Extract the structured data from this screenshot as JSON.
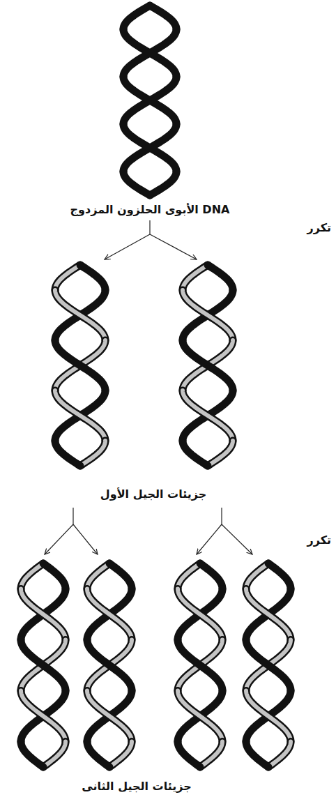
{
  "diagram": {
    "labels": [
      "DNA الأبوى الحلزون المزدوج",
      "تكرر",
      "جزيئات الجيل الأول",
      "تكرر",
      "جزيئات الجيل الثانى"
    ]
  }
}
